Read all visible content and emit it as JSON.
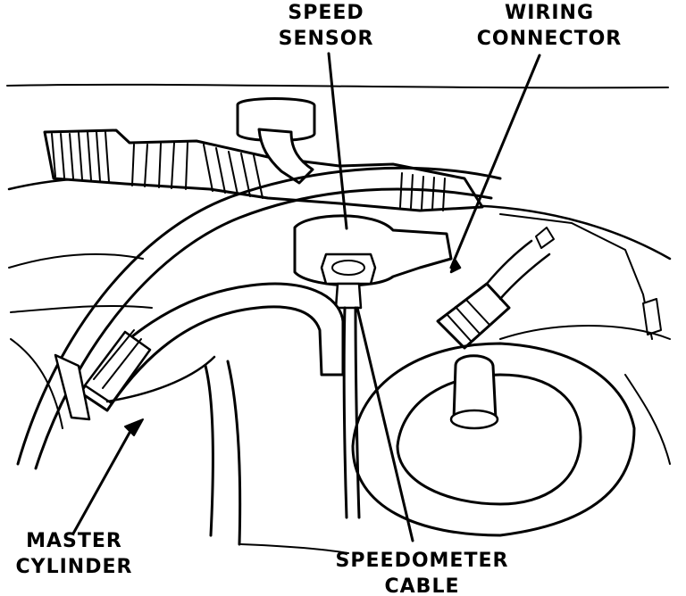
{
  "labels": {
    "speed_sensor": [
      "SPEED",
      "SENSOR"
    ],
    "wiring_connector": [
      "WIRING",
      "CONNECTOR"
    ],
    "master_cylinder": [
      "MASTER",
      "CYLINDER"
    ],
    "speedometer_cable": [
      "SPEEDOMETER",
      "CABLE"
    ]
  },
  "colors": {
    "ink": "#000000",
    "paper": "#ffffff"
  }
}
